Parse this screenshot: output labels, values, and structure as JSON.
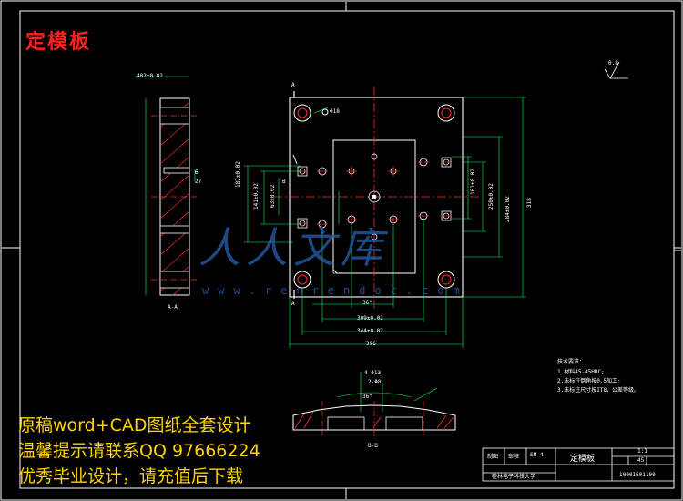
{
  "drawing": {
    "title": "定模板",
    "watermark_text": "人人文库",
    "watermark_url": "www.renrendoc.com",
    "section_label_aa": "A-A",
    "section_label_bb": "B-B",
    "label_a": "A",
    "label_b": "B",
    "scale_mark": "0.8",
    "dims": {
      "h_402": "402±0.02",
      "h_309": "309±0.02",
      "h_344": "344±0.02",
      "h_396": "396",
      "v_187": "187±0.02",
      "v_141": "141±0.02",
      "v_63": "63±0.02",
      "v_101": "101±0.02",
      "v_250": "250±0.02",
      "v_284": "284±0.02",
      "v_318": "318",
      "dia_phi": "Φ18",
      "dia_36": "36°",
      "dia_4m": "4-Φ13",
      "dia_2m": "2-Φ8",
      "side_6": "6",
      "side_27": "27"
    },
    "tech_req": [
      "技术要求：",
      "1.材料45-45HRC;",
      "2.未标注倒角按0.5加工;",
      "3.未标注尺寸按IT8，公差等级。"
    ],
    "title_block": {
      "part_name": "定模板",
      "scale": "1:1",
      "material": "45",
      "school": "桂林电子科技大学",
      "drawing_no": "10001601100",
      "cell_a": "制图",
      "cell_b": "审核",
      "cell_c": "SM-4"
    }
  },
  "promo": {
    "line1": "原稿word+CAD图纸全套设计",
    "line2": "温馨提示请联系QQ 97666224",
    "line3": "优秀毕业设计，请充值后下载"
  },
  "colors": {
    "background": "#000000",
    "frame": "#ffffff",
    "dim": "#00ff66",
    "center": "#ff2a2a",
    "outline": "#ffffff",
    "title_red": "#ff2020",
    "promo_yellow": "#ffd400",
    "watermark": "#2a5fb0"
  }
}
